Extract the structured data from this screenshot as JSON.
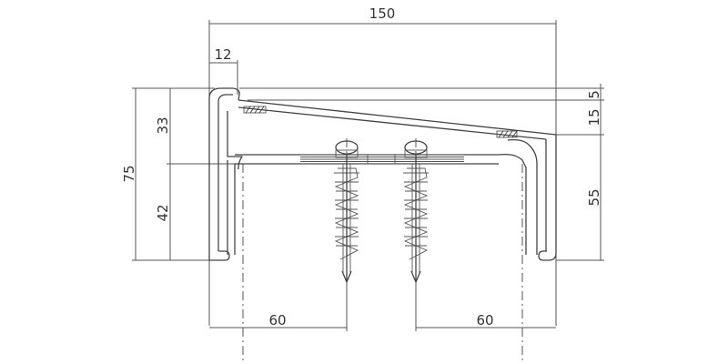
{
  "drawing": {
    "dimensions": {
      "overall_width": "150",
      "lip_width": "12",
      "total_height": "75",
      "upper_height": "33",
      "lower_height": "42",
      "right_top_gap": "5",
      "right_slope_drop": "15",
      "right_height": "55",
      "left_anchor_spacing": "60",
      "right_anchor_spacing": "60"
    },
    "colors": {
      "line": "#444444",
      "background": "#ffffff"
    }
  }
}
